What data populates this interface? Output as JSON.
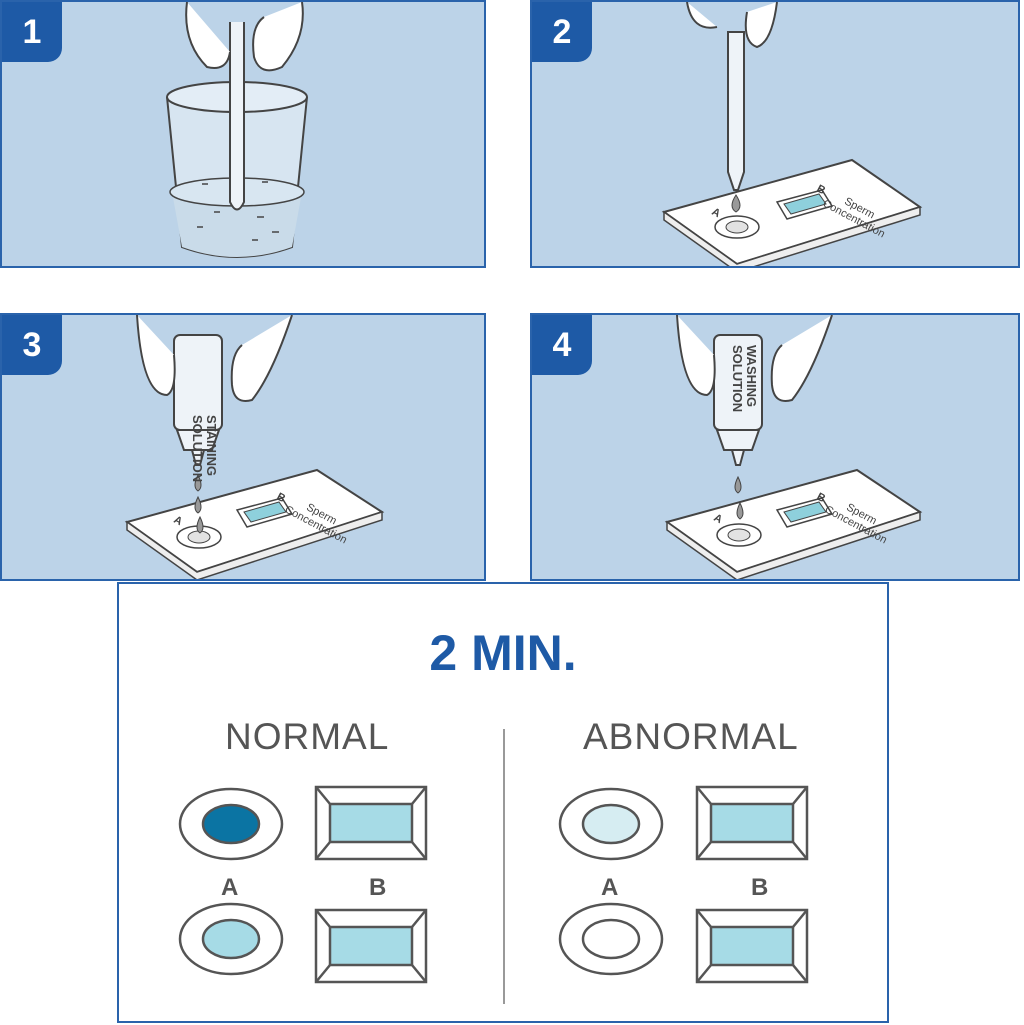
{
  "steps": [
    {
      "number": "1"
    },
    {
      "number": "2",
      "card_title": "Sperm",
      "card_subtitle": "Concentration",
      "well_a": "A",
      "well_b": "B"
    },
    {
      "number": "3",
      "bottle_line1": "STAINING",
      "bottle_line2": "SOLUTION",
      "card_title": "Sperm",
      "card_subtitle": "Concentration",
      "well_a": "A",
      "well_b": "B"
    },
    {
      "number": "4",
      "bottle_line1": "WASHING",
      "bottle_line2": "SOLUTION",
      "card_title": "Sperm",
      "card_subtitle": "Concentration",
      "well_a": "A",
      "well_b": "B"
    }
  ],
  "result": {
    "timer": "2 MIN.",
    "normal": {
      "heading": "NORMAL",
      "label_a": "A",
      "label_b": "B"
    },
    "abnormal": {
      "heading": "ABNORMAL",
      "label_a": "A",
      "label_b": "B"
    }
  },
  "colors": {
    "panel_bg": "#bcd3e8",
    "accent": "#1e5aa6",
    "dark_stain": "#0b74a3",
    "light_stain": "#a6dbe6",
    "faint_stain": "#d6edf2"
  }
}
